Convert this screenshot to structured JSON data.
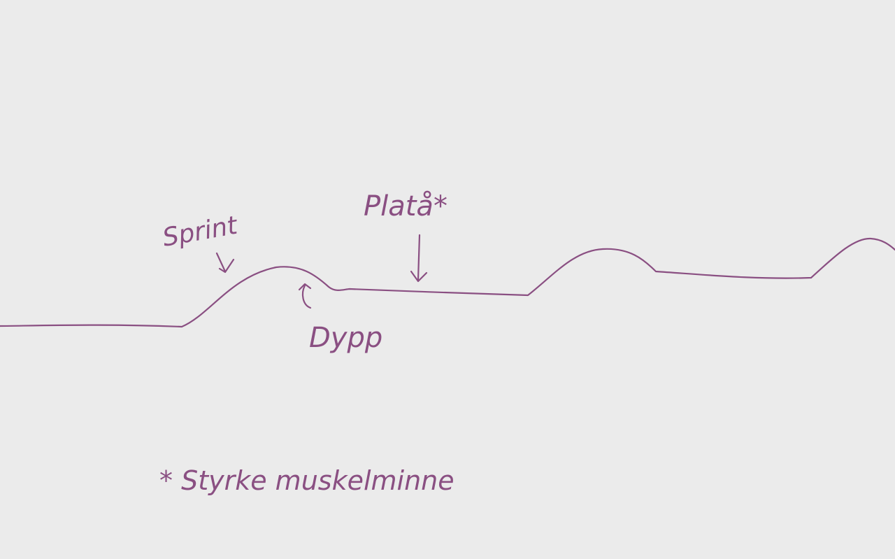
{
  "labels": {
    "sprint": "Sprint",
    "dypp": "Dypp",
    "plata": "Platå*",
    "footnote": "* Styrke muskelminne"
  },
  "colors": {
    "ink": "#8a4f82",
    "paper": "#ebebeb"
  }
}
